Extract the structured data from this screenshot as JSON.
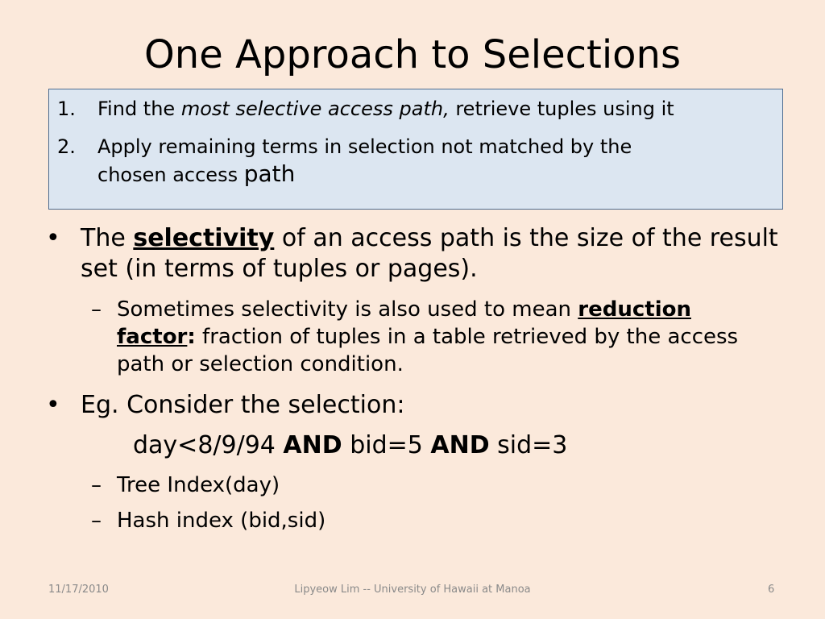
{
  "slide": {
    "title": "One Approach to Selections",
    "steps": [
      {
        "num": "1.",
        "text_before": "Find the ",
        "text_italic": "most selective access path,",
        "text_after": " retrieve tuples using it"
      },
      {
        "num": "2.",
        "line1": "Apply remaining terms in selection not matched by the",
        "line2_a": "chosen access ",
        "line2_b": "path"
      }
    ],
    "bullet1": {
      "marker": "•",
      "before": "The ",
      "term": "selectivity",
      "after": " of an access path is the size of the result set (in terms of tuples or pages)."
    },
    "sub1": {
      "marker": "–",
      "before": "Sometimes selectivity is also used to mean ",
      "term": "reduction factor",
      "colon": ":",
      "after": " fraction of tuples in a table retrieved by the access path or selection condition."
    },
    "bullet2": {
      "marker": "•",
      "text": "Eg. Consider the selection:"
    },
    "selection": {
      "part1": "day<8/9/94 ",
      "and1": "AND",
      "part2": " bid=5 ",
      "and2": "AND",
      "part3": " sid=3"
    },
    "sub2": {
      "marker": "–",
      "text": "Tree Index(day)"
    },
    "sub3": {
      "marker": "–",
      "text": "Hash index (bid,sid)"
    }
  },
  "footer": {
    "date": "11/17/2010",
    "center": "Lipyeow Lim -- University of Hawaii at Manoa",
    "page": "6"
  },
  "colors": {
    "background": "#fbe9db",
    "box_fill": "#dce6f1",
    "box_border": "#4f6d8f",
    "footer_text": "#8a8a8a"
  }
}
